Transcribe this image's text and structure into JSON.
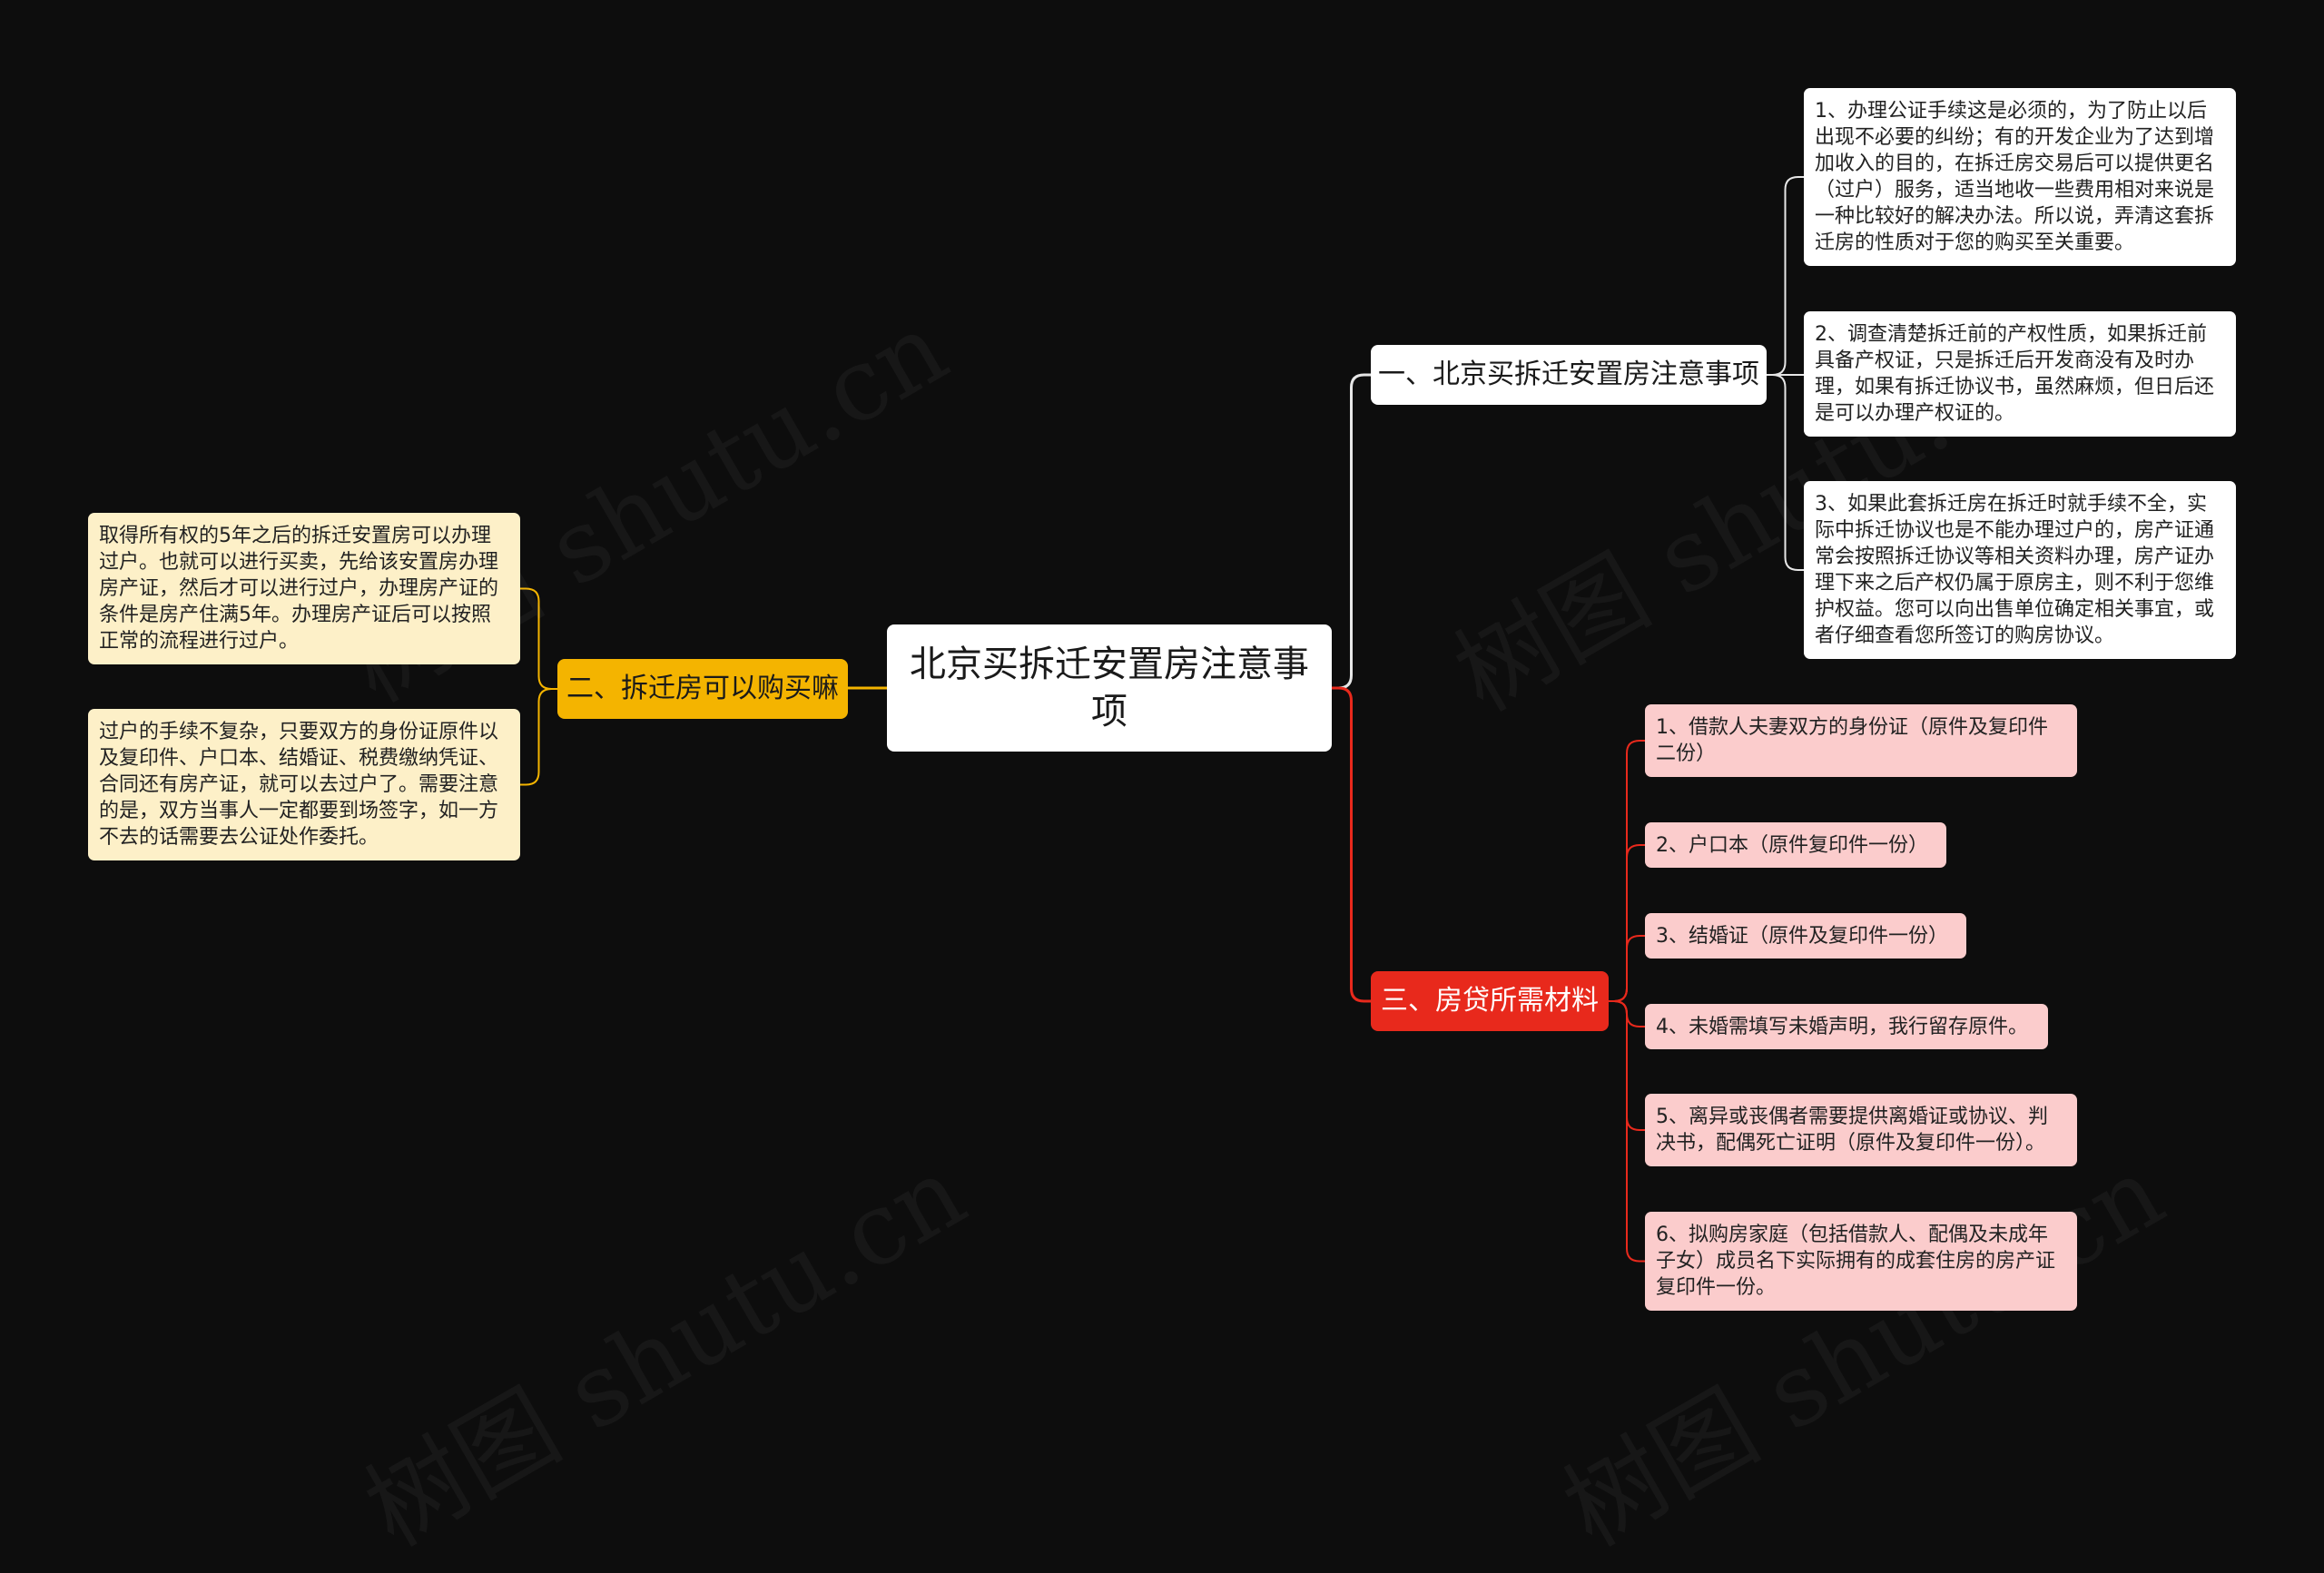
{
  "root": {
    "title": "北京买拆迁安置房注意事项"
  },
  "branches": [
    {
      "id": "b1",
      "title": "一、北京买拆迁安置房注意事项",
      "color": "#ffffff",
      "link_color": "#e6e6e6",
      "children": [
        "1、办理公证手续这是必须的，为了防止以后出现不必要的纠纷；有的开发企业为了达到增加收入的目的，在拆迁房交易后可以提供更名（过户）服务，适当地收一些费用相对来说是一种比较好的解决办法。所以说，弄清这套拆迁房的性质对于您的购买至关重要。",
        "2、调查清楚拆迁前的产权性质，如果拆迁前具备产权证，只是拆迁后开发商没有及时办理，如果有拆迁协议书，虽然麻烦，但日后还是可以办理产权证的。",
        "3、如果此套拆迁房在拆迁时就手续不全，实际中拆迁协议也是不能办理过户的，房产证通常会按照拆迁协议等相关资料办理，房产证办理下来之后产权仍属于原房主，则不利于您维护权益。您可以向出售单位确定相关事宜，或者仔细查看您所签订的购房协议。"
      ]
    },
    {
      "id": "b2",
      "title": "二、拆迁房可以购买嘛",
      "color": "#f4b400",
      "link_color": "#f4b400",
      "children": [
        "取得所有权的5年之后的拆迁安置房可以办理过户。也就可以进行买卖，先给该安置房办理房产证，然后才可以进行过户，办理房产证的条件是房产住满5年。办理房产证后可以按照正常的流程进行过户。",
        "过户的手续不复杂，只要双方的身份证原件以及复印件、户口本、结婚证、税费缴纳凭证、合同还有房产证，就可以去过户了。需要注意的是，双方当事人一定都要到场签字，如一方不去的话需要去公证处作委托。"
      ]
    },
    {
      "id": "b3",
      "title": "三、房贷所需材料",
      "color": "#e8291c",
      "link_color": "#e8291c",
      "children": [
        "1、借款人夫妻双方的身份证（原件及复印件二份）",
        "2、户口本（原件复印件一份）",
        "3、结婚证（原件及复印件一份）",
        "4、未婚需填写未婚声明，我行留存原件。",
        "5、离异或丧偶者需要提供离婚证或协议、判决书，配偶死亡证明（原件及复印件一份）。",
        "6、拟购房家庭（包括借款人、配偶及未成年子女）成员名下实际拥有的成套住房的房产证复印件一份。"
      ]
    }
  ],
  "watermark": "树图 shutu.cn"
}
